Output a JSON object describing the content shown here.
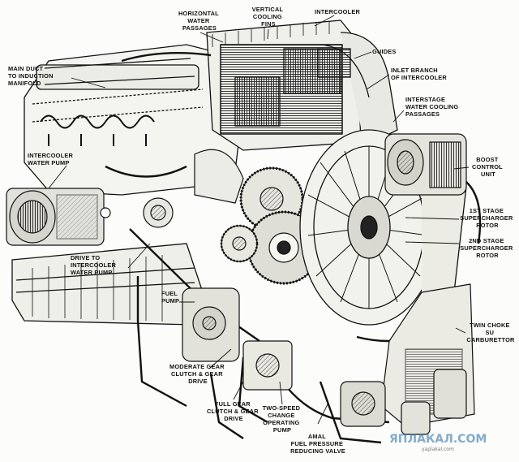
{
  "labels": {
    "horizontal_water_passages": [
      "HORIZONTAL",
      "WATER",
      "PASSAGES"
    ],
    "vertical_cooling_fins": [
      "VERTICAL",
      "COOLING",
      "FINS"
    ],
    "intercooler": [
      "INTERCOOLER"
    ],
    "guides": [
      "GUIDES"
    ],
    "inlet_branch": [
      "INLET BRANCH",
      "OF INTERCOOLER"
    ],
    "interstage_passages": [
      "INTERSTAGE",
      "WATER COOLING",
      "PASSAGES"
    ],
    "main_duct": [
      "MAIN DUCT",
      "TO INDUCTION",
      "MANIFOLD"
    ],
    "intercooler_water_pump": [
      "INTERCOOLER",
      "WATER PUMP"
    ],
    "boost_control_unit": [
      "BOOST",
      "CONTROL",
      "UNIT"
    ],
    "first_stage_rotor": [
      "1st STAGE",
      "SUPERCHARGER",
      "ROTOR"
    ],
    "second_stage_rotor": [
      "2nd STAGE",
      "SUPERCHARGER",
      "ROTOR"
    ],
    "drive_to_pump": [
      "DRIVE TO",
      "INTERCOOLER",
      "WATER PUMP"
    ],
    "fuel_pump": [
      "FUEL",
      "PUMP"
    ],
    "twin_choke": [
      "TWIN CHOKE",
      "SU",
      "CARBURETTOR"
    ],
    "moderate_gear": [
      "MODERATE GEAR",
      "CLUTCH & GEAR",
      "DRIVE"
    ],
    "full_gear": [
      "FULL GEAR",
      "CLUTCH & GEAR",
      "DRIVE"
    ],
    "two_speed": [
      "TWO-SPEED",
      "CHANGE",
      "OPERATING",
      "PUMP"
    ],
    "amal_valve": [
      "AMAL",
      "FUEL PRESSURE",
      "REDUCING VALVE"
    ]
  },
  "watermark": {
    "text": "ЯПЛАКАЛ.COM",
    "sub": "yaplakal.com"
  }
}
